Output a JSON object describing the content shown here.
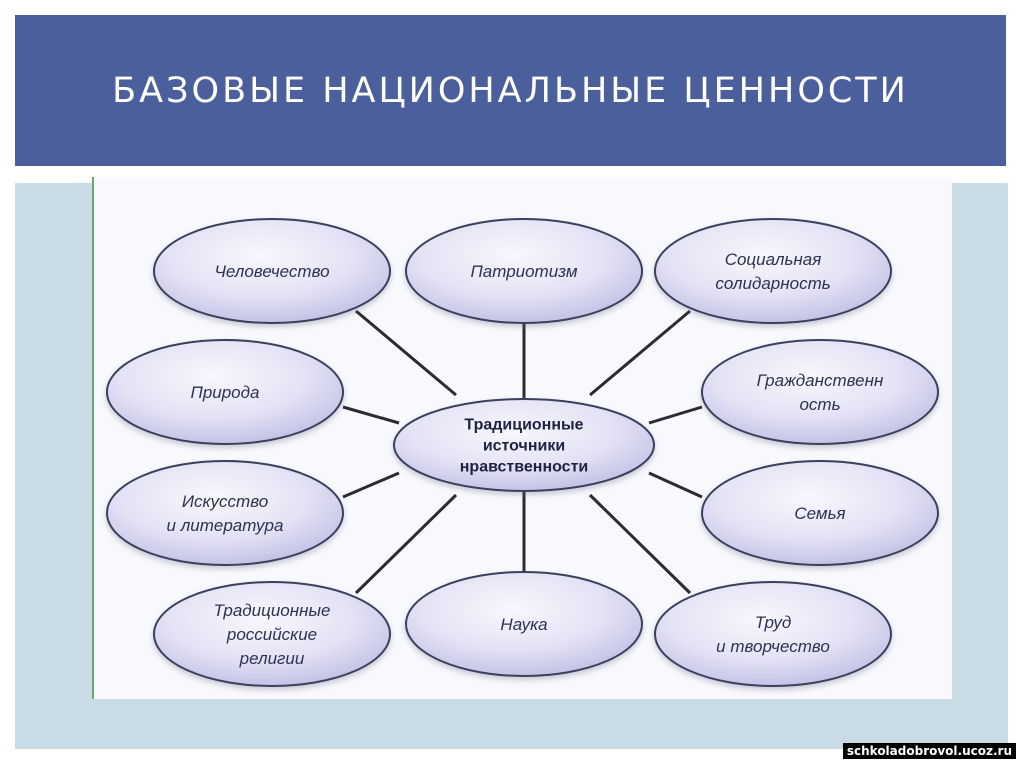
{
  "title": "БАЗОВЫЕ НАЦИОНАЛЬНЫЕ ЦЕННОСТИ",
  "center": {
    "lines": [
      "Традиционные",
      "источники",
      "нравственности"
    ]
  },
  "nodes": [
    {
      "id": "chelovechestvo",
      "lines": [
        "Человечество"
      ]
    },
    {
      "id": "patriotizm",
      "lines": [
        "Патриотизм"
      ]
    },
    {
      "id": "socialnaya-solidarnost",
      "lines": [
        "Социальная",
        "солидарность"
      ]
    },
    {
      "id": "priroda",
      "lines": [
        "Природа"
      ]
    },
    {
      "id": "grazhdanstvennost",
      "lines": [
        "Гражданственн",
        "ость"
      ]
    },
    {
      "id": "iskusstvo",
      "lines": [
        "Искусство",
        "и литература"
      ]
    },
    {
      "id": "semya",
      "lines": [
        "Семья"
      ]
    },
    {
      "id": "religii",
      "lines": [
        "Традиционные",
        "российские",
        "религии"
      ]
    },
    {
      "id": "nauka",
      "lines": [
        "Наука"
      ]
    },
    {
      "id": "trud",
      "lines": [
        "Труд",
        "и творчество"
      ]
    }
  ],
  "watermark": "schkoladobrovol.ucoz.ru",
  "colors": {
    "title_bar": "#4a5f9c",
    "background": "#c9dce6",
    "ellipse_fill_light": "#f4f4fb",
    "ellipse_fill_dark": "#c6c4e6",
    "ellipse_stroke": "#3b3f5c",
    "connector": "#2b2b35"
  }
}
